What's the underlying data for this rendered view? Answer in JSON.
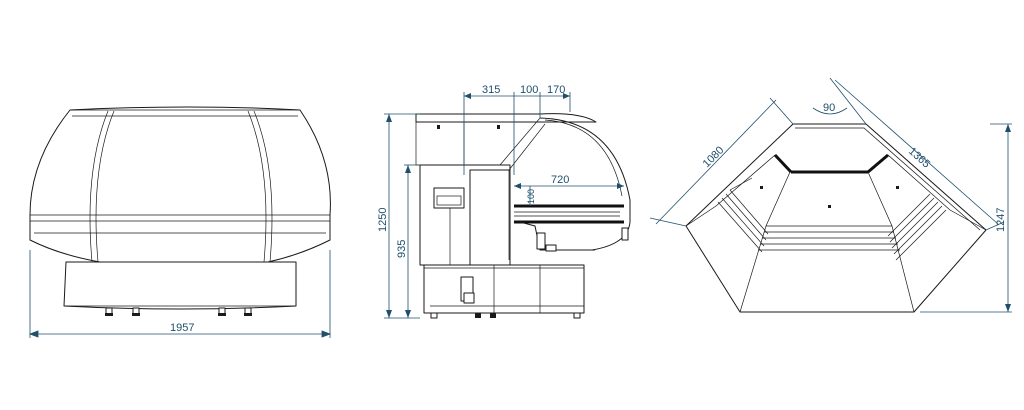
{
  "dimensions": {
    "front_width": "1957",
    "side_total_height": "1250",
    "side_counter_height": "935",
    "side_top_315": "315",
    "side_top_100": "100",
    "side_top_170": "170",
    "side_inner_720": "720",
    "side_inner_100": "100",
    "corner_angle": "90",
    "corner_left_side": "1080",
    "corner_right_side": "1365",
    "corner_height": "1247"
  },
  "colors": {
    "line": "#1a1a1a",
    "dimension": "#1f4f6b",
    "background": "#ffffff"
  }
}
